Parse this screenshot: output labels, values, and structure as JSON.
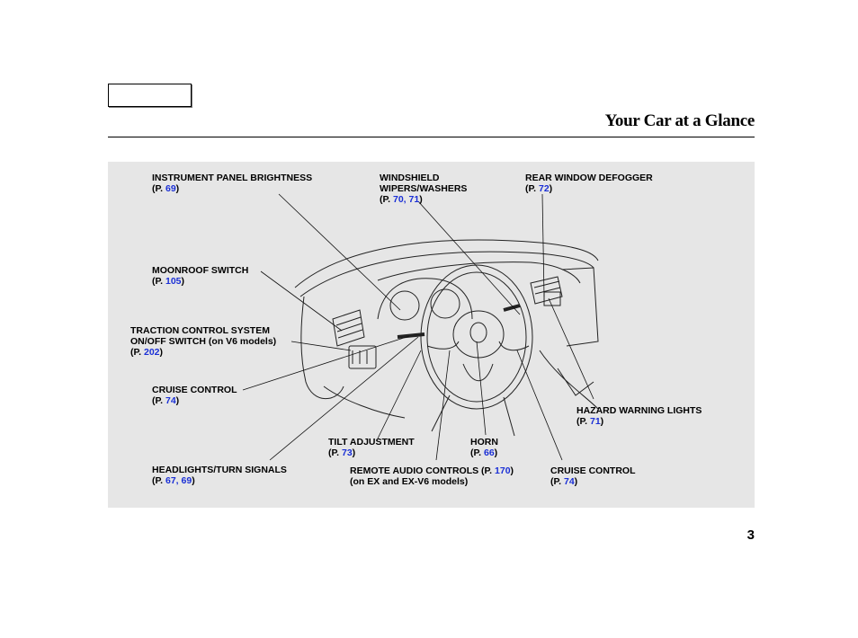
{
  "header": {
    "title": "Your Car at a Glance"
  },
  "page_number": "3",
  "callouts": {
    "instrument_panel_brightness": {
      "label": "INSTRUMENT PANEL BRIGHTNESS",
      "ref_prefix": "(P. ",
      "pages": "69",
      "ref_suffix": ")"
    },
    "windshield_wipers": {
      "label_line1": "WINDSHIELD",
      "label_line2": "WIPERS/WASHERS",
      "ref_prefix": "(P. ",
      "pages": "70, 71",
      "ref_suffix": ")"
    },
    "rear_window_defogger": {
      "label": "REAR WINDOW DEFOGGER",
      "ref_prefix": "(P. ",
      "pages": "72",
      "ref_suffix": ")"
    },
    "moonroof_switch": {
      "label": "MOONROOF SWITCH",
      "ref_prefix": "(P. ",
      "pages": "105",
      "ref_suffix": ")"
    },
    "traction_control": {
      "label_line1": "TRACTION CONTROL SYSTEM",
      "label_line2": "ON/OFF SWITCH (on V6 models)",
      "ref_prefix": "(P. ",
      "pages": "202",
      "ref_suffix": ")"
    },
    "cruise_control_left": {
      "label": "CRUISE CONTROL",
      "ref_prefix": "(P. ",
      "pages": "74",
      "ref_suffix": ")"
    },
    "hazard_warning_lights": {
      "label": "HAZARD WARNING LIGHTS",
      "ref_prefix": "(P. ",
      "pages": "71",
      "ref_suffix": ")"
    },
    "tilt_adjustment": {
      "label": "TILT ADJUSTMENT",
      "ref_prefix": "(P. ",
      "pages": "73",
      "ref_suffix": ")"
    },
    "horn": {
      "label": "HORN",
      "ref_prefix": "(P. ",
      "pages": "66",
      "ref_suffix": ")"
    },
    "headlights_turn_signals": {
      "label": "HEADLIGHTS/TURN SIGNALS",
      "ref_prefix": "(P. ",
      "pages": "67, 69",
      "ref_suffix": ")"
    },
    "remote_audio_controls": {
      "label": "REMOTE AUDIO CONTROLS (P. ",
      "pages": "170",
      "ref_suffix": ")",
      "line2": "(on EX and EX-V6 models)"
    },
    "cruise_control_right": {
      "label": "CRUISE CONTROL",
      "ref_prefix": "(P. ",
      "pages": "74",
      "ref_suffix": ")"
    }
  },
  "colors": {
    "link": "#1a2fd6",
    "panel_bg": "#e6e6e6"
  },
  "icons": {
    "contents_button": "contents-tab",
    "illustration": "dashboard-line-drawing"
  }
}
